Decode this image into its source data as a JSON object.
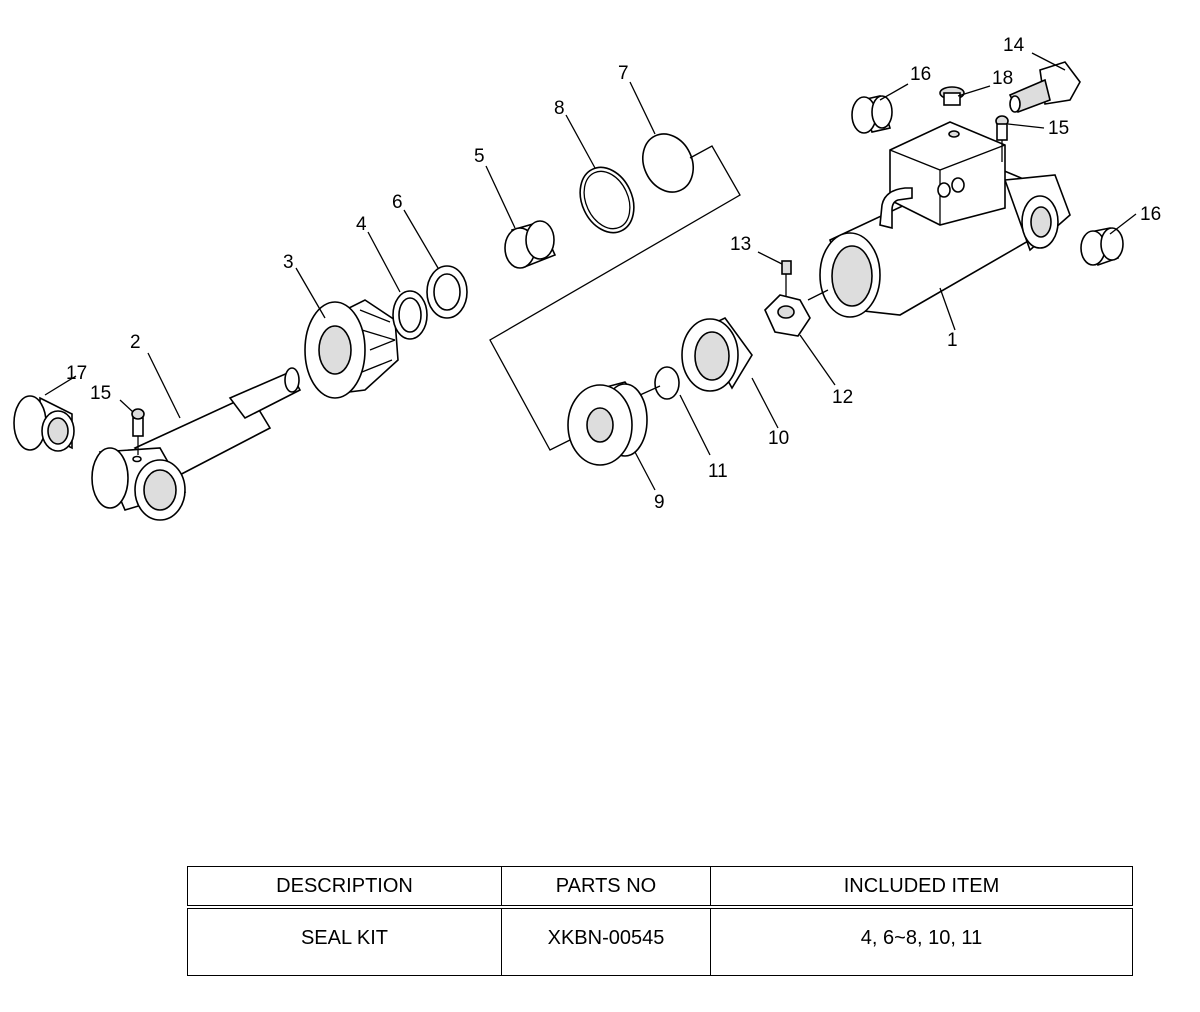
{
  "callouts": {
    "c1": "1",
    "c2": "2",
    "c3": "3",
    "c4": "4",
    "c5": "5",
    "c6": "6",
    "c7": "7",
    "c8": "8",
    "c9": "9",
    "c10": "10",
    "c11": "11",
    "c12": "12",
    "c13": "13",
    "c14": "14",
    "c15a": "15",
    "c15b": "15",
    "c16a": "16",
    "c16b": "16",
    "c17": "17",
    "c18": "18"
  },
  "table": {
    "headers": [
      "DESCRIPTION",
      "PARTS NO",
      "INCLUDED ITEM"
    ],
    "rows": [
      [
        "SEAL KIT",
        "XKBN-00545",
        "4, 6~8, 10, 11"
      ]
    ]
  }
}
